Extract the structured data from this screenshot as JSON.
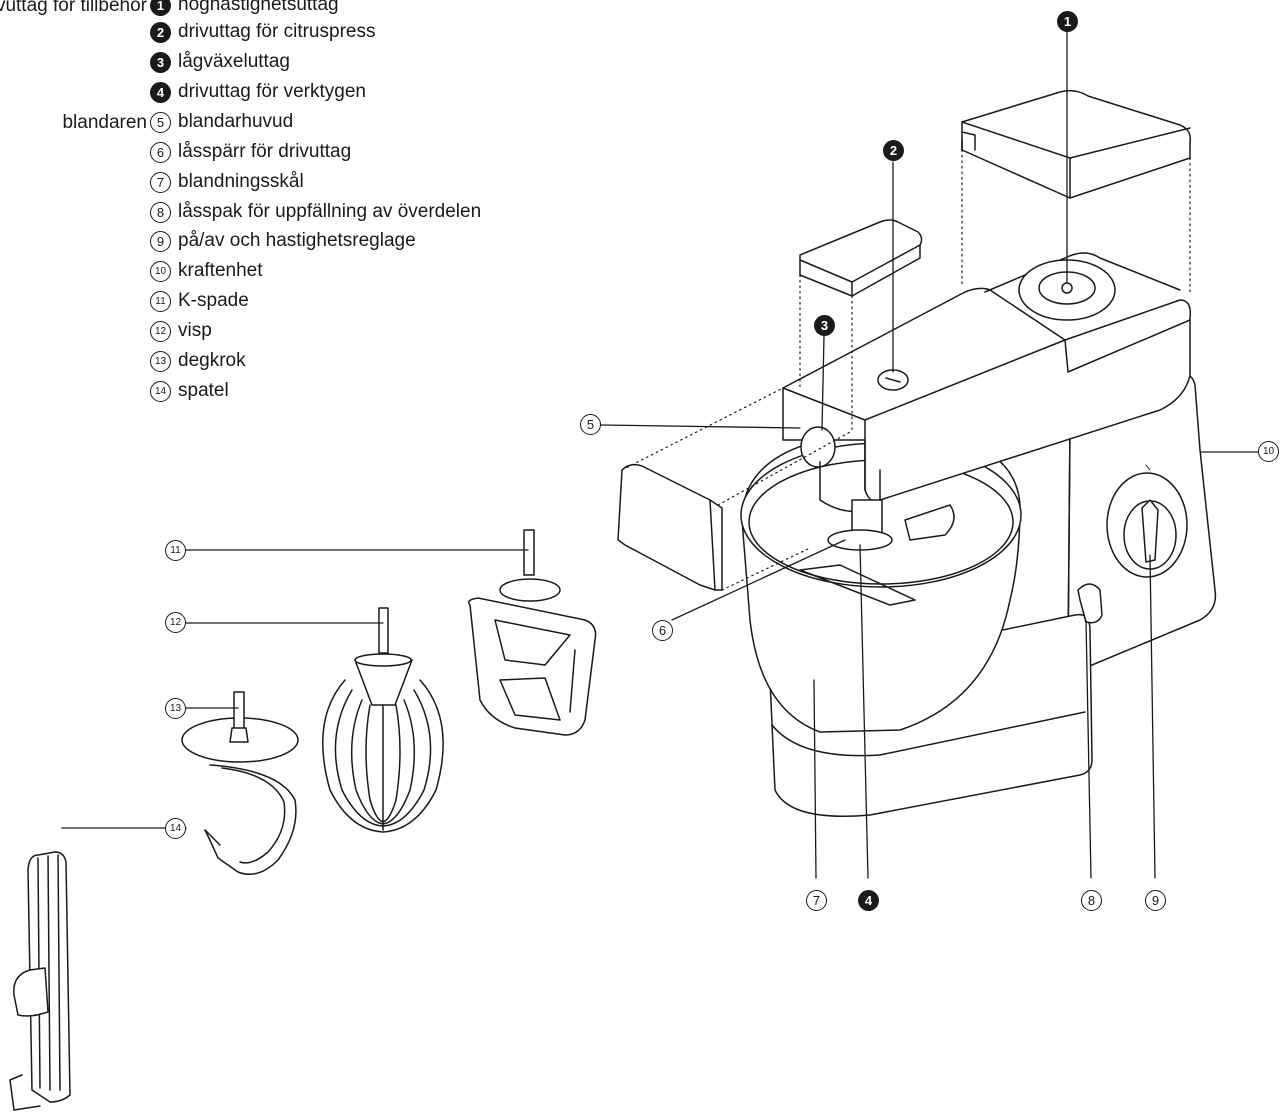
{
  "legend": {
    "groups": [
      {
        "label": "drivuttag för tillbehör"
      },
      {
        "label": "blandaren"
      }
    ],
    "items": [
      {
        "num": "1",
        "style": "solid",
        "text": "höghastighetsuttag"
      },
      {
        "num": "2",
        "style": "solid",
        "text": "drivuttag för citruspress"
      },
      {
        "num": "3",
        "style": "solid",
        "text": "lågväxeluttag"
      },
      {
        "num": "4",
        "style": "solid",
        "text": "drivuttag för verktygen"
      },
      {
        "num": "5",
        "style": "outline",
        "text": "blandarhuvud"
      },
      {
        "num": "6",
        "style": "outline",
        "text": "låsspärr för drivuttag"
      },
      {
        "num": "7",
        "style": "outline",
        "text": "blandningsskål"
      },
      {
        "num": "8",
        "style": "outline",
        "text": "låsspak för uppfällning av överdelen"
      },
      {
        "num": "9",
        "style": "outline",
        "text": "på/av och hastighetsreglage"
      },
      {
        "num": "10",
        "style": "outline",
        "text": "kraftenhet"
      },
      {
        "num": "11",
        "style": "outline",
        "text": "K-spade"
      },
      {
        "num": "12",
        "style": "outline",
        "text": "visp"
      },
      {
        "num": "13",
        "style": "outline",
        "text": "degkrok"
      },
      {
        "num": "14",
        "style": "outline",
        "text": "spatel"
      }
    ]
  },
  "callouts": [
    {
      "num": "1",
      "style": "solid"
    },
    {
      "num": "2",
      "style": "solid"
    },
    {
      "num": "3",
      "style": "solid"
    },
    {
      "num": "4",
      "style": "solid"
    },
    {
      "num": "5",
      "style": "outline"
    },
    {
      "num": "6",
      "style": "outline"
    },
    {
      "num": "7",
      "style": "outline"
    },
    {
      "num": "8",
      "style": "outline"
    },
    {
      "num": "9",
      "style": "outline"
    },
    {
      "num": "10",
      "style": "outline"
    },
    {
      "num": "11",
      "style": "outline"
    },
    {
      "num": "12",
      "style": "outline"
    },
    {
      "num": "13",
      "style": "outline"
    },
    {
      "num": "14",
      "style": "outline"
    }
  ],
  "colors": {
    "ink": "#1a1a1a",
    "paper": "#ffffff"
  }
}
